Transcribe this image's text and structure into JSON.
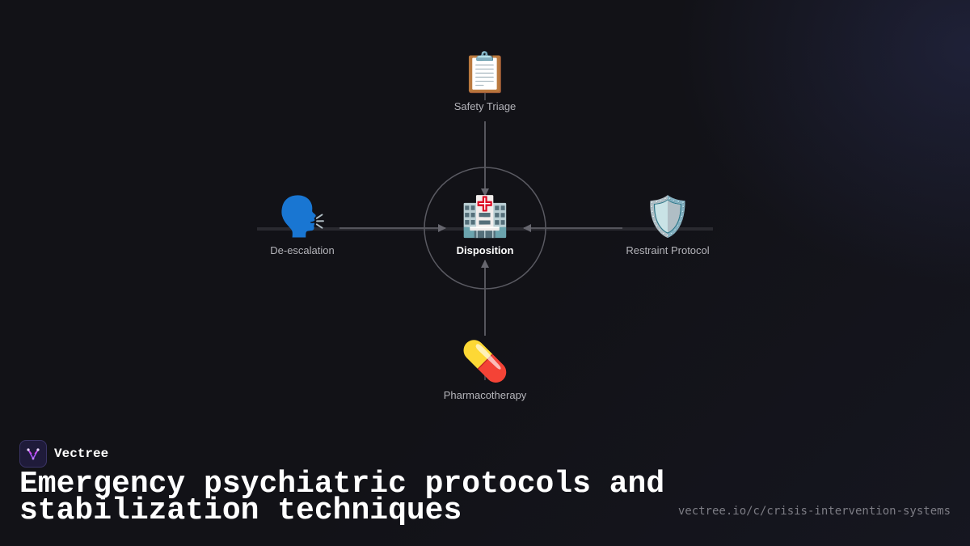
{
  "diagram": {
    "center": {
      "label": "Disposition",
      "icon": "hospital-icon",
      "glyph": "🏥"
    },
    "nodes": {
      "top": {
        "label": "Safety Triage",
        "icon": "clipboard-icon",
        "glyph": "📋"
      },
      "left": {
        "label": "De-escalation",
        "icon": "speaking-head-icon",
        "glyph": "🗣️"
      },
      "right": {
        "label": "Restraint Protocol",
        "icon": "shield-icon",
        "glyph": "🛡️"
      },
      "bottom": {
        "label": "Pharmacotherapy",
        "icon": "pill-icon",
        "glyph": "💊"
      }
    },
    "edges": [
      {
        "from": "Safety Triage",
        "to": "Disposition"
      },
      {
        "from": "De-escalation",
        "to": "Disposition"
      },
      {
        "from": "Restraint Protocol",
        "to": "Disposition"
      },
      {
        "from": "Pharmacotherapy",
        "to": "Disposition"
      }
    ]
  },
  "footer": {
    "brand": "Vectree",
    "headline": "Emergency psychiatric protocols and stabilization techniques",
    "url": "vectree.io/c/crisis-intervention-systems"
  },
  "colors": {
    "background": "#121217",
    "edge": "#55555c",
    "label": "#b4b4ba",
    "accent": "#a855f7"
  }
}
